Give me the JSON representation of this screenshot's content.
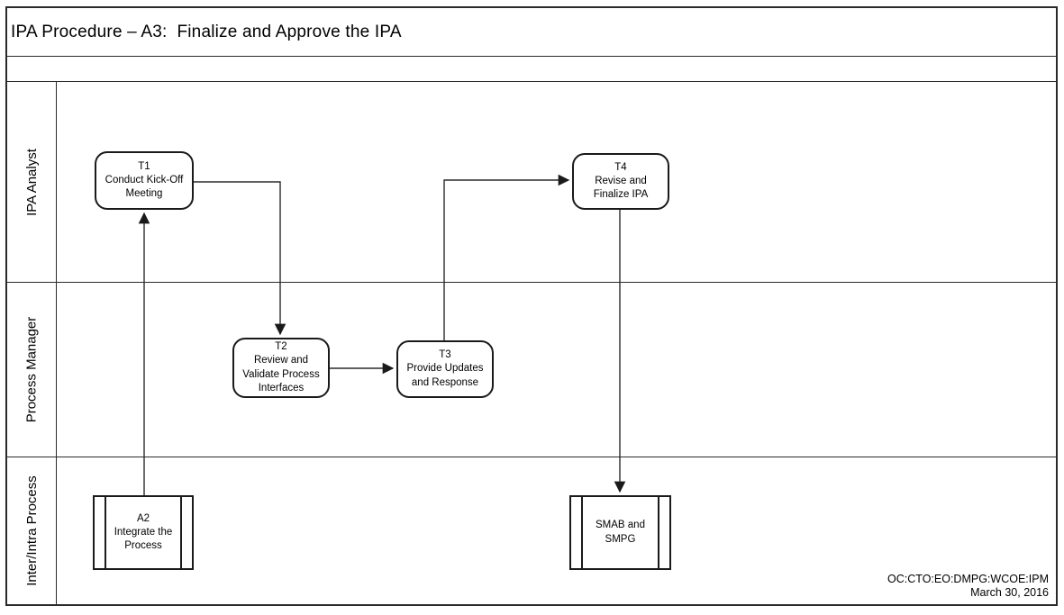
{
  "title": "IPA Procedure – A3:  Finalize and Approve the IPA",
  "lanes": [
    {
      "label": "IPA Analyst"
    },
    {
      "label": "Process Manager"
    },
    {
      "label": "Inter/Intra Process"
    }
  ],
  "nodes": {
    "t1": {
      "type": "task",
      "lane": "IPA Analyst",
      "label": "T1\nConduct Kick-Off\nMeeting"
    },
    "t2": {
      "type": "task",
      "lane": "Process Manager",
      "label": "T2\nReview and\nValidate Process\nInterfaces"
    },
    "t3": {
      "type": "task",
      "lane": "Process Manager",
      "label": "T3\nProvide Updates\nand Response"
    },
    "t4": {
      "type": "task",
      "lane": "IPA Analyst",
      "label": "T4\nRevise and\nFinalize IPA"
    },
    "a2": {
      "type": "subprocess",
      "lane": "Inter/Intra Process",
      "label": "A2\nIntegrate the\nProcess"
    },
    "smab": {
      "type": "subprocess",
      "lane": "Inter/Intra Process",
      "label": "SMAB and\nSMPG"
    }
  },
  "connectors": [
    {
      "from": "a2",
      "to": "t1"
    },
    {
      "from": "t1",
      "to": "t2"
    },
    {
      "from": "t2",
      "to": "t3"
    },
    {
      "from": "t3",
      "to": "t4"
    },
    {
      "from": "t4",
      "to": "smab"
    }
  ],
  "footer": {
    "org": "OC:CTO:EO:DMPG:WCOE:IPM",
    "date": "March 30, 2016"
  },
  "colors": {
    "line": "#2a2a2a",
    "background": "#ffffff",
    "text": "#000000"
  }
}
